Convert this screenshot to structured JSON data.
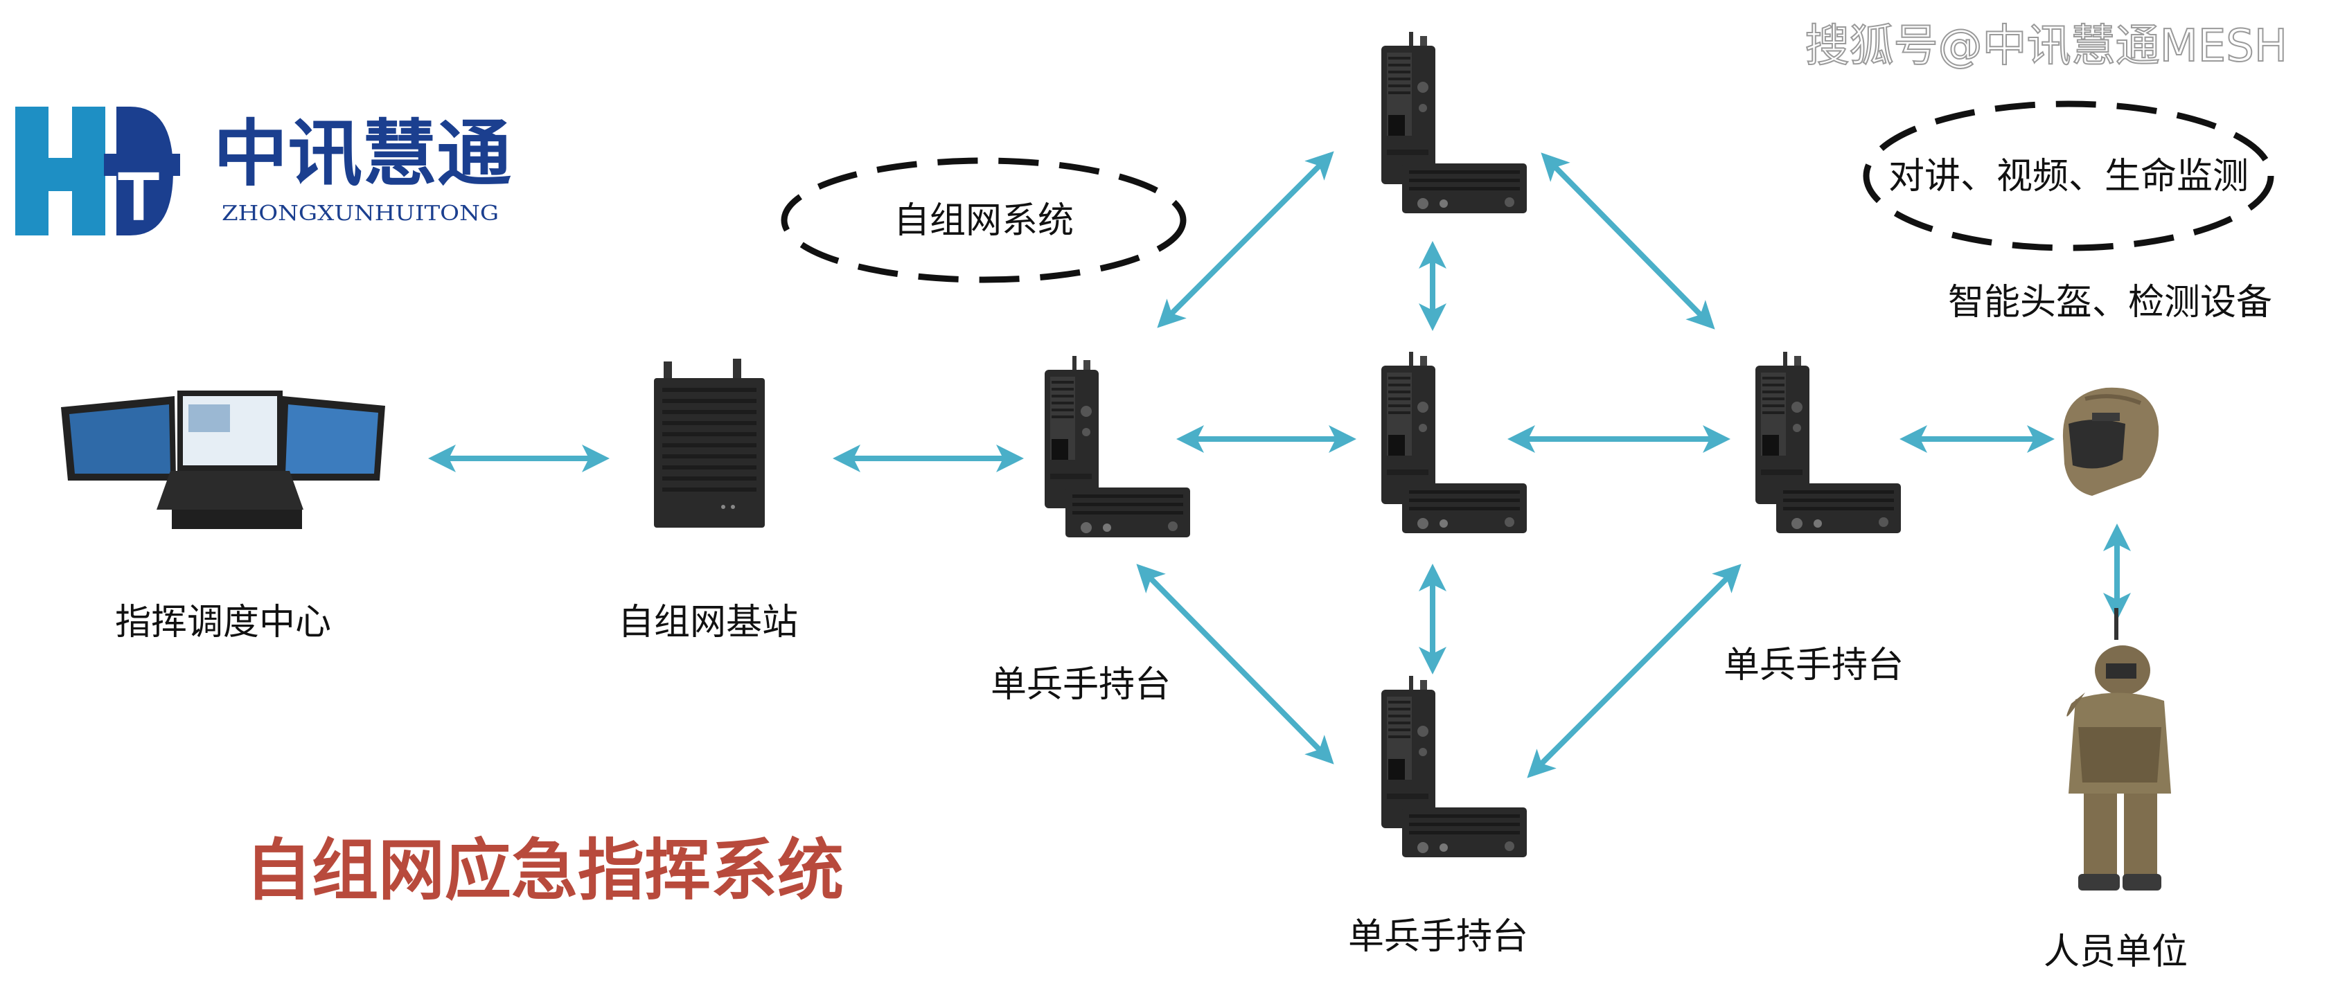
{
  "watermark": "搜狐号@中讯慧通MESH",
  "brand": {
    "logo_letters": "HT",
    "name_cn": "中讯慧通",
    "name_en": "ZHONGXUNHUITONG"
  },
  "ellipse_labels": {
    "mesh_system": "自组网系统",
    "services": "对讲、视频、生命监测"
  },
  "labels": {
    "helmet_devices": "智能头盔、检测设备",
    "command_center": "指挥调度中心",
    "base_station": "自组网基站",
    "handheld_left": "单兵手持台",
    "handheld_right": "单兵手持台",
    "handheld_bottom": "单兵手持台",
    "personnel": "人员单位"
  },
  "title": "自组网应急指挥系统",
  "colors": {
    "arrow": "#4AAFC8",
    "logo_blue": "#1E8FC4",
    "logo_navy": "#1B3F8F",
    "title_red": "#B84A3C",
    "device_body": "#2A2A2A"
  }
}
